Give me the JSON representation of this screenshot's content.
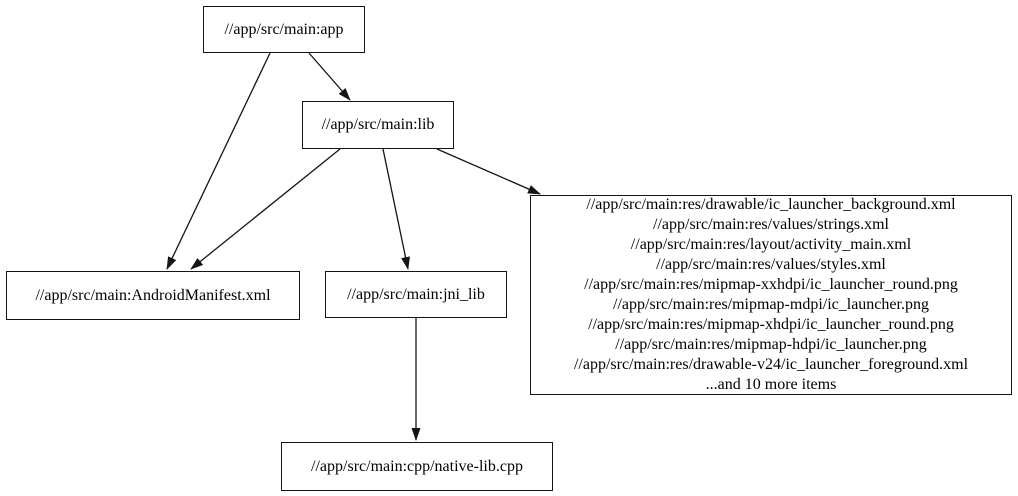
{
  "graph": {
    "background": "#ffffff",
    "node_border_color": "#141414",
    "edge_color": "#141414",
    "nodes": {
      "app": {
        "label": "//app/src/main:app"
      },
      "lib": {
        "label": "//app/src/main:lib"
      },
      "manifest": {
        "label": "//app/src/main:AndroidManifest.xml"
      },
      "jni_lib": {
        "label": "//app/src/main:jni_lib"
      },
      "cpp": {
        "label": "//app/src/main:cpp/native-lib.cpp"
      },
      "res": {
        "lines": [
          "//app/src/main:res/drawable/ic_launcher_background.xml",
          "//app/src/main:res/values/strings.xml",
          "//app/src/main:res/layout/activity_main.xml",
          "//app/src/main:res/values/styles.xml",
          "//app/src/main:res/mipmap-xxhdpi/ic_launcher_round.png",
          "//app/src/main:res/mipmap-mdpi/ic_launcher.png",
          "//app/src/main:res/mipmap-xhdpi/ic_launcher_round.png",
          "//app/src/main:res/mipmap-hdpi/ic_launcher.png",
          "//app/src/main:res/drawable-v24/ic_launcher_foreground.xml",
          "...and 10 more items"
        ]
      }
    },
    "edges": [
      {
        "from": "//app/src/main:app",
        "to": "//app/src/main:lib"
      },
      {
        "from": "//app/src/main:app",
        "to": "//app/src/main:AndroidManifest.xml"
      },
      {
        "from": "//app/src/main:lib",
        "to": "//app/src/main:AndroidManifest.xml"
      },
      {
        "from": "//app/src/main:lib",
        "to": "//app/src/main:jni_lib"
      },
      {
        "from": "//app/src/main:lib",
        "to": "res-file-group"
      },
      {
        "from": "//app/src/main:jni_lib",
        "to": "//app/src/main:cpp/native-lib.cpp"
      }
    ]
  }
}
